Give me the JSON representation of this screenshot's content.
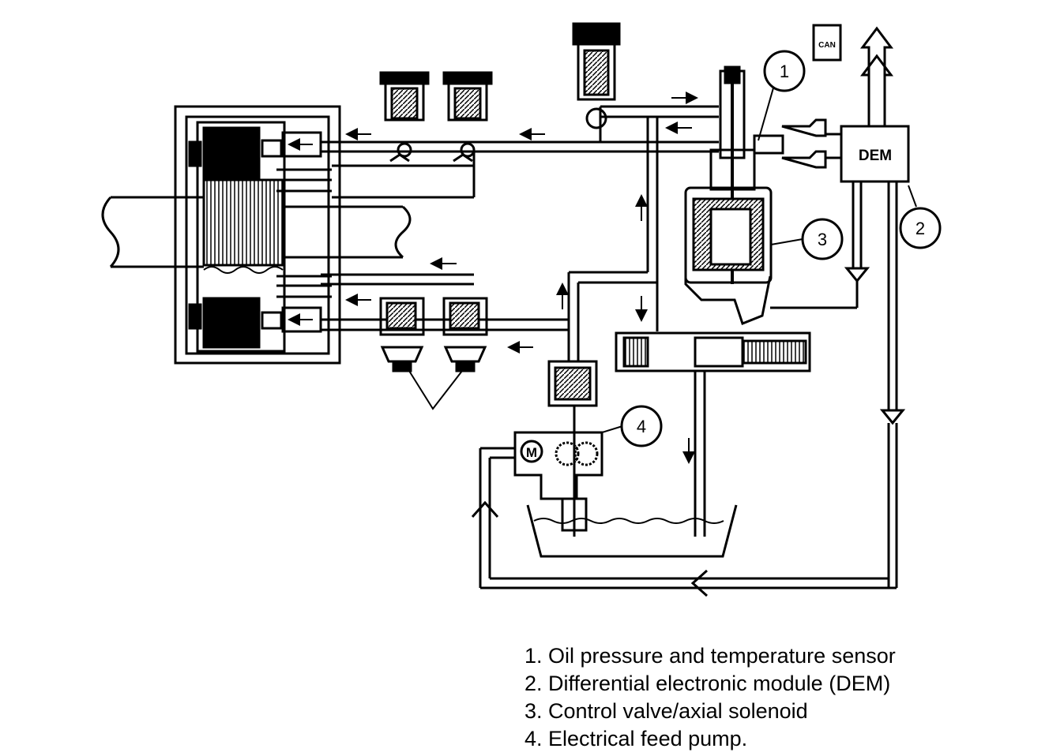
{
  "diagram": {
    "module_label": "DEM",
    "callouts": [
      "1",
      "2",
      "3",
      "4"
    ],
    "pump_motor_label": "M",
    "can_badge": "CAN"
  },
  "legend": {
    "items": [
      "1. Oil pressure and temperature sensor",
      "2. Differential electronic module (DEM)",
      "3. Control valve/axial solenoid",
      "4. Electrical feed pump."
    ]
  }
}
